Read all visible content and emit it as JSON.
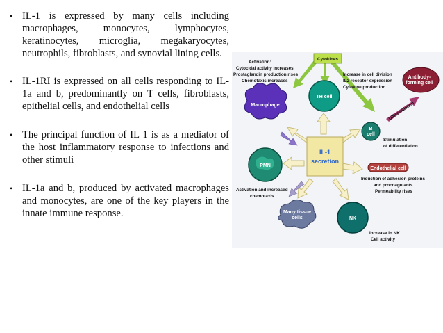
{
  "bullets": [
    "IL-1 is expressed by many cells including macrophages, monocytes, lymphocytes, keratinocytes, microglia, megakaryocytes, neutrophils, fibroblasts, and synovial lining cells.",
    "IL-1RI is expressed on all cells responding to IL-1a and b, predominantly on T cells, fibroblasts, epithelial cells, and endothelial cells",
    "The principal function of IL 1 is as a mediator of the host inflammatory response to infections and other stimuli",
    "IL-1a and b, produced by activated macrophages and monocytes, are one of the key players in the innate immune response."
  ],
  "bullet_glyph": "•",
  "diagram": {
    "center": [
      "IL-1",
      "secretion"
    ],
    "cytokines": "Cytokines",
    "cells": {
      "macrophage": "Macrophage",
      "th": "TH cell",
      "b": [
        "B",
        "cell"
      ],
      "antibody": [
        "Antibody-",
        "forming cell"
      ],
      "differentiation": "Differentiation",
      "pmn": "PMN",
      "many_tissue": [
        "Many tissue",
        "cells"
      ],
      "nk": "NK",
      "endothelial": "Endothelial cell"
    },
    "labels": {
      "activation": [
        "Activation:",
        "Cytocidal activity increases",
        "Prostaglandin production rises",
        "Chemotaxis increases"
      ],
      "th_effects": [
        "Increase in cell division",
        "IL2 receptor expression",
        "Cytokine production"
      ],
      "b_effects": [
        "Stimulation",
        "of differentiation"
      ],
      "endo_effects": [
        "Induction of adhesion proteins",
        "and procoagulants",
        "Permeability rises"
      ],
      "pmn_effects": [
        "Activation and increased",
        "chemotaxis"
      ],
      "nk_effects": [
        "Increase in NK",
        "Cell activity"
      ]
    },
    "colors": {
      "center_box": "#f3e7a4",
      "cytokines_box": "#bce04a",
      "macrophage": "#5a31b8",
      "th": "#0f9c86",
      "b": "#1b7d6e",
      "antibody": "#8c1f34",
      "pmn": "#1e8b72",
      "many_tissue": "#6d7aa0",
      "nk": "#0f6f6a",
      "endothelial": "#b4413e",
      "arrow_green": "#8dc63f"
    }
  }
}
